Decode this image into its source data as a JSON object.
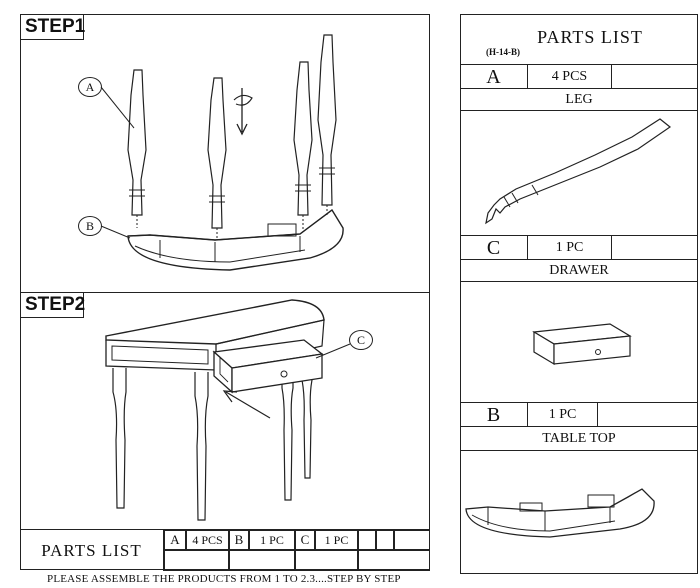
{
  "step1": {
    "label": "STEP1",
    "callouts": [
      "A",
      "B"
    ]
  },
  "step2": {
    "label": "STEP2",
    "callouts": [
      "C"
    ]
  },
  "bottom_parts": {
    "title": "PARTS LIST",
    "items": [
      {
        "letter": "A",
        "qty": "4 PCS"
      },
      {
        "letter": "B",
        "qty": "1 PC"
      },
      {
        "letter": "C",
        "qty": "1 PC"
      }
    ]
  },
  "right_parts": {
    "title": "PARTS LIST",
    "code": "(H-14-B)",
    "items": [
      {
        "letter": "A",
        "qty": "4 PCS",
        "name": "LEG"
      },
      {
        "letter": "C",
        "qty": "1 PC",
        "name": "DRAWER"
      },
      {
        "letter": "B",
        "qty": "1 PC",
        "name": "TABLE TOP"
      }
    ]
  },
  "footer": "PLEASE ASSEMBLE THE PRODUCTS FROM 1 TO 2.3....STEP BY STEP"
}
